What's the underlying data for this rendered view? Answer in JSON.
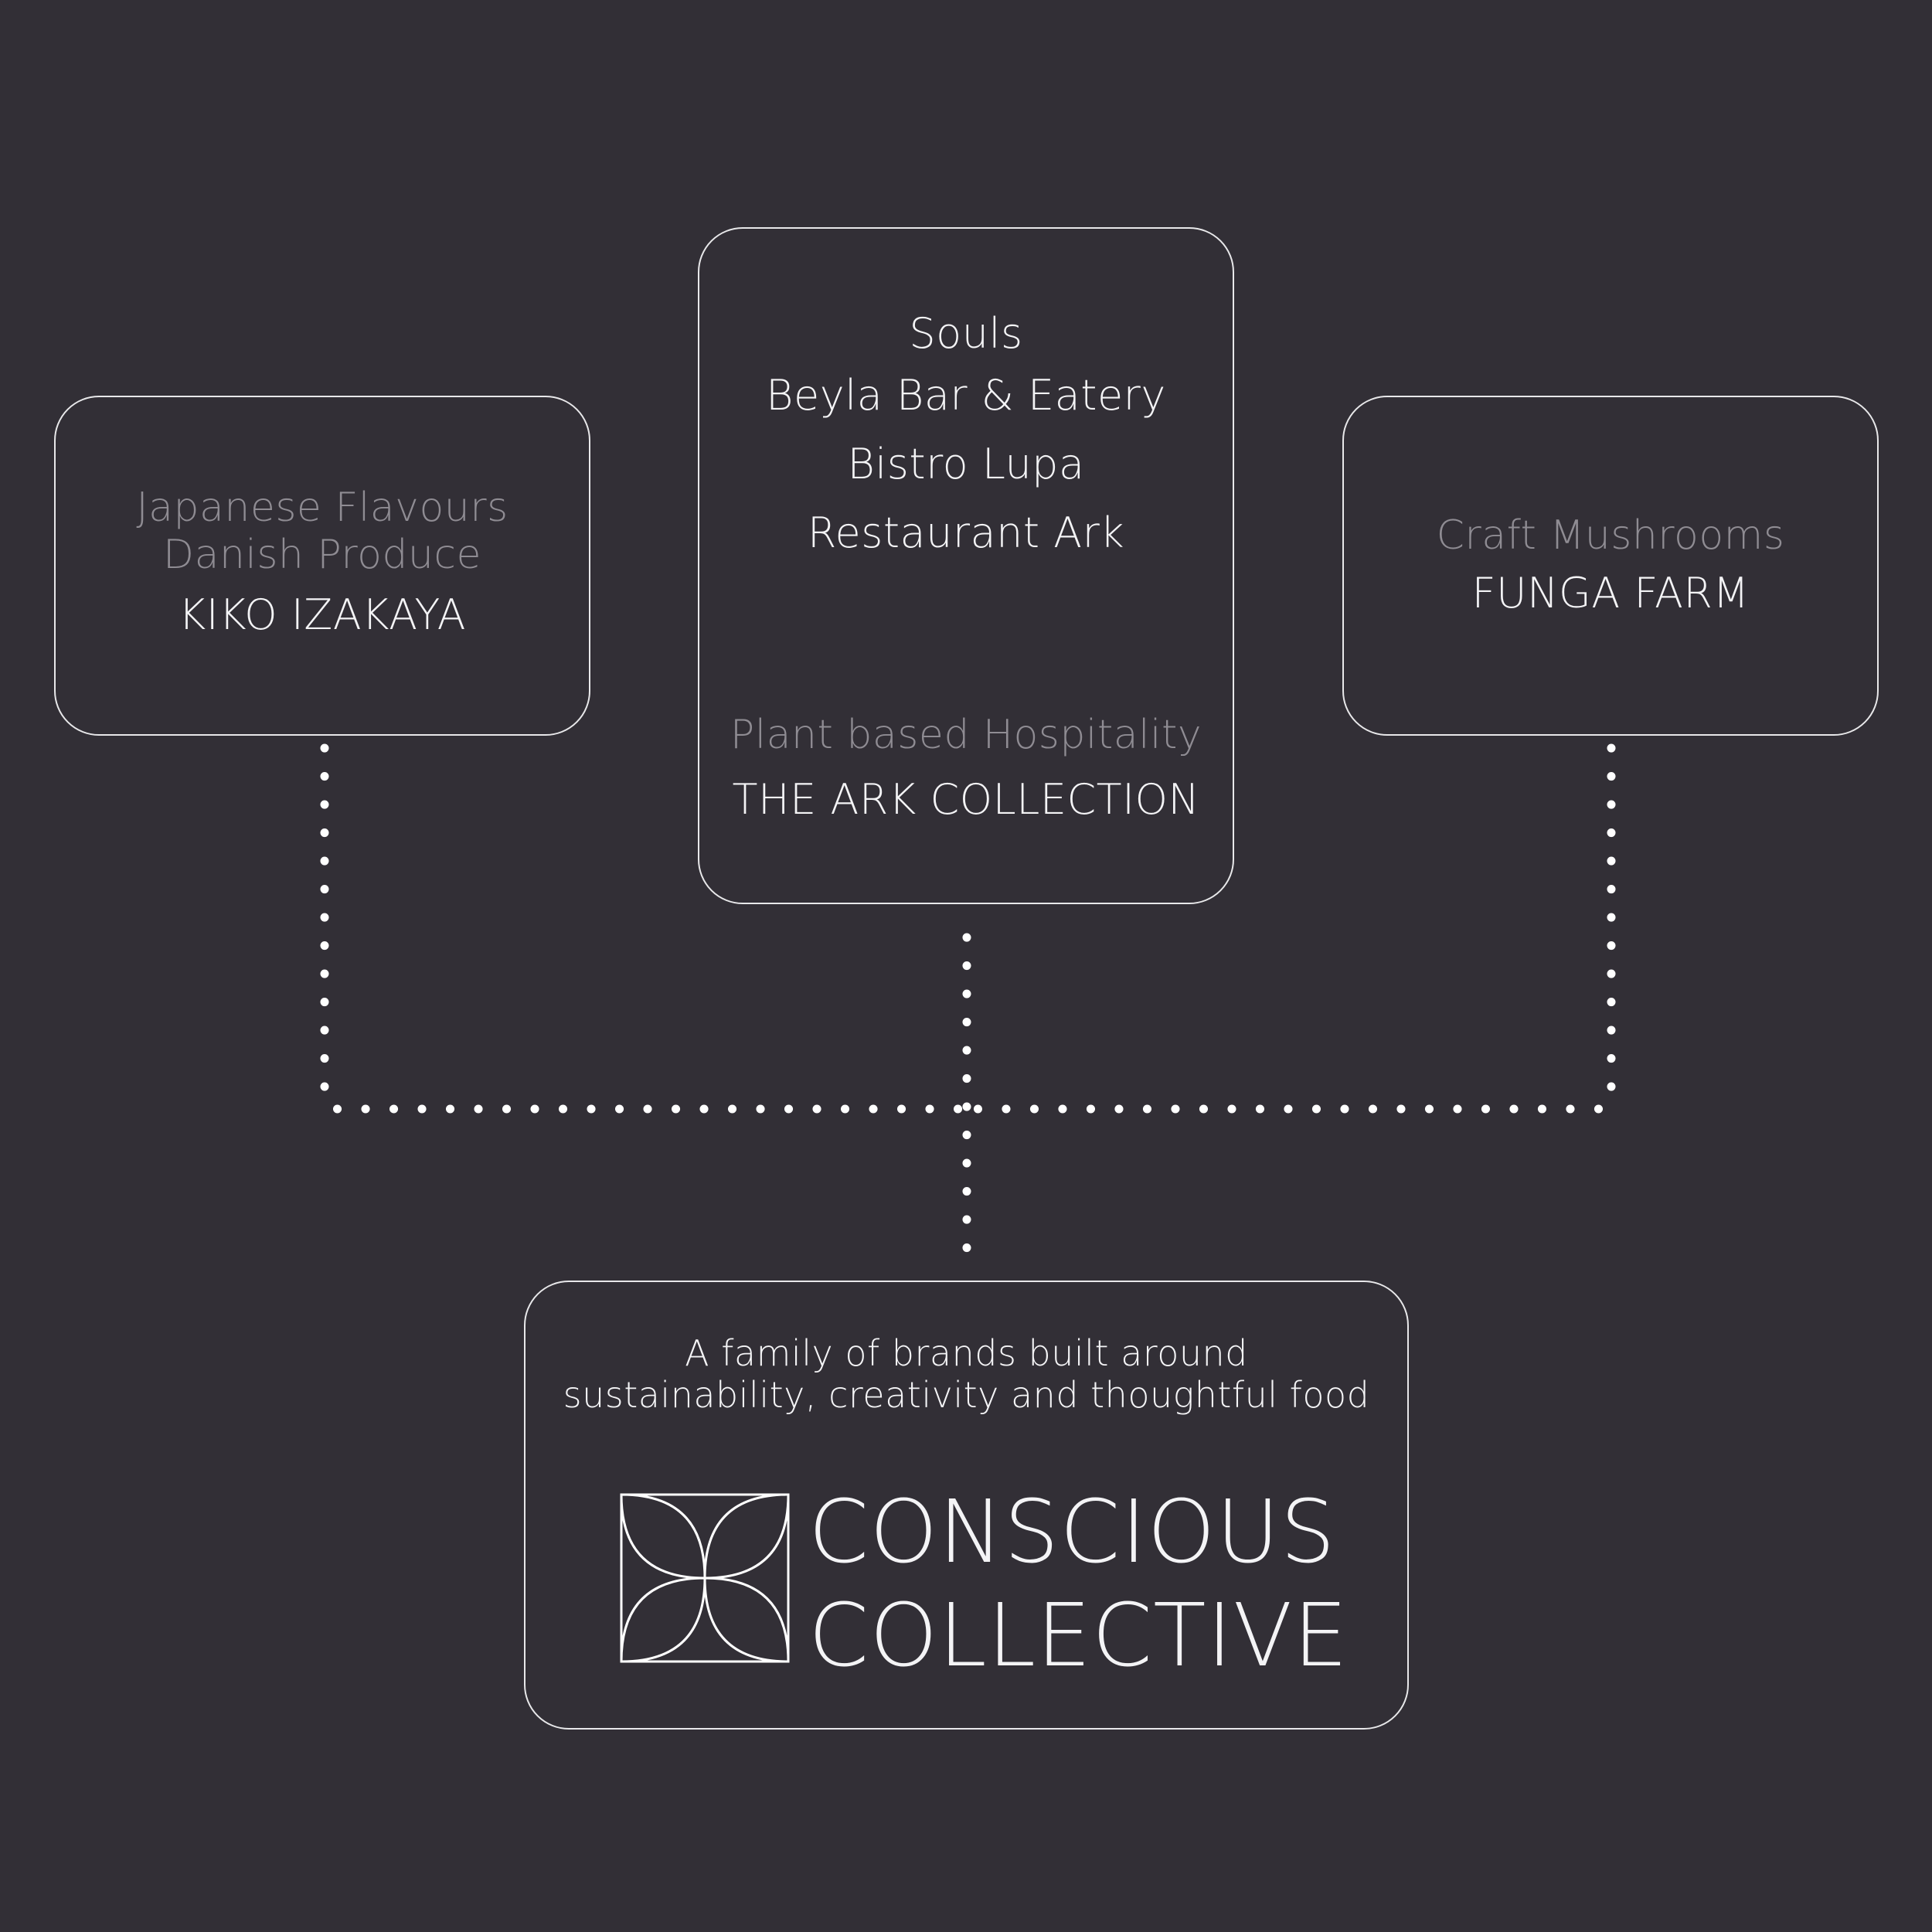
{
  "colors": {
    "background": "#322f36",
    "outline": "#e8e8ea",
    "muted_text": "#8f8c93",
    "bright_text": "#f4f4f6",
    "connector_dots": "#ffffff"
  },
  "kiko": {
    "tagline_1": "Japanese Flavours",
    "tagline_2": "Danish Produce",
    "name": "KIKO IZAKAYA"
  },
  "ark": {
    "venues": [
      "Souls",
      "Beyla Bar & Eatery",
      "Bistro Lupa",
      "Restaurant Ark"
    ],
    "tagline": "Plant based Hospitality",
    "name": "THE ARK COLLECTION"
  },
  "funga": {
    "tagline": "Craft Mushrooms",
    "name": "FUNGA FARM"
  },
  "collective": {
    "description_1": "A family of brands built around",
    "description_2": "sustainability, creativity and thoughtful food",
    "brand_line_1": "CONSCIOUS",
    "brand_line_2": "COLLECTIVE",
    "logo_icon": "four-petal-square-logo-icon"
  }
}
